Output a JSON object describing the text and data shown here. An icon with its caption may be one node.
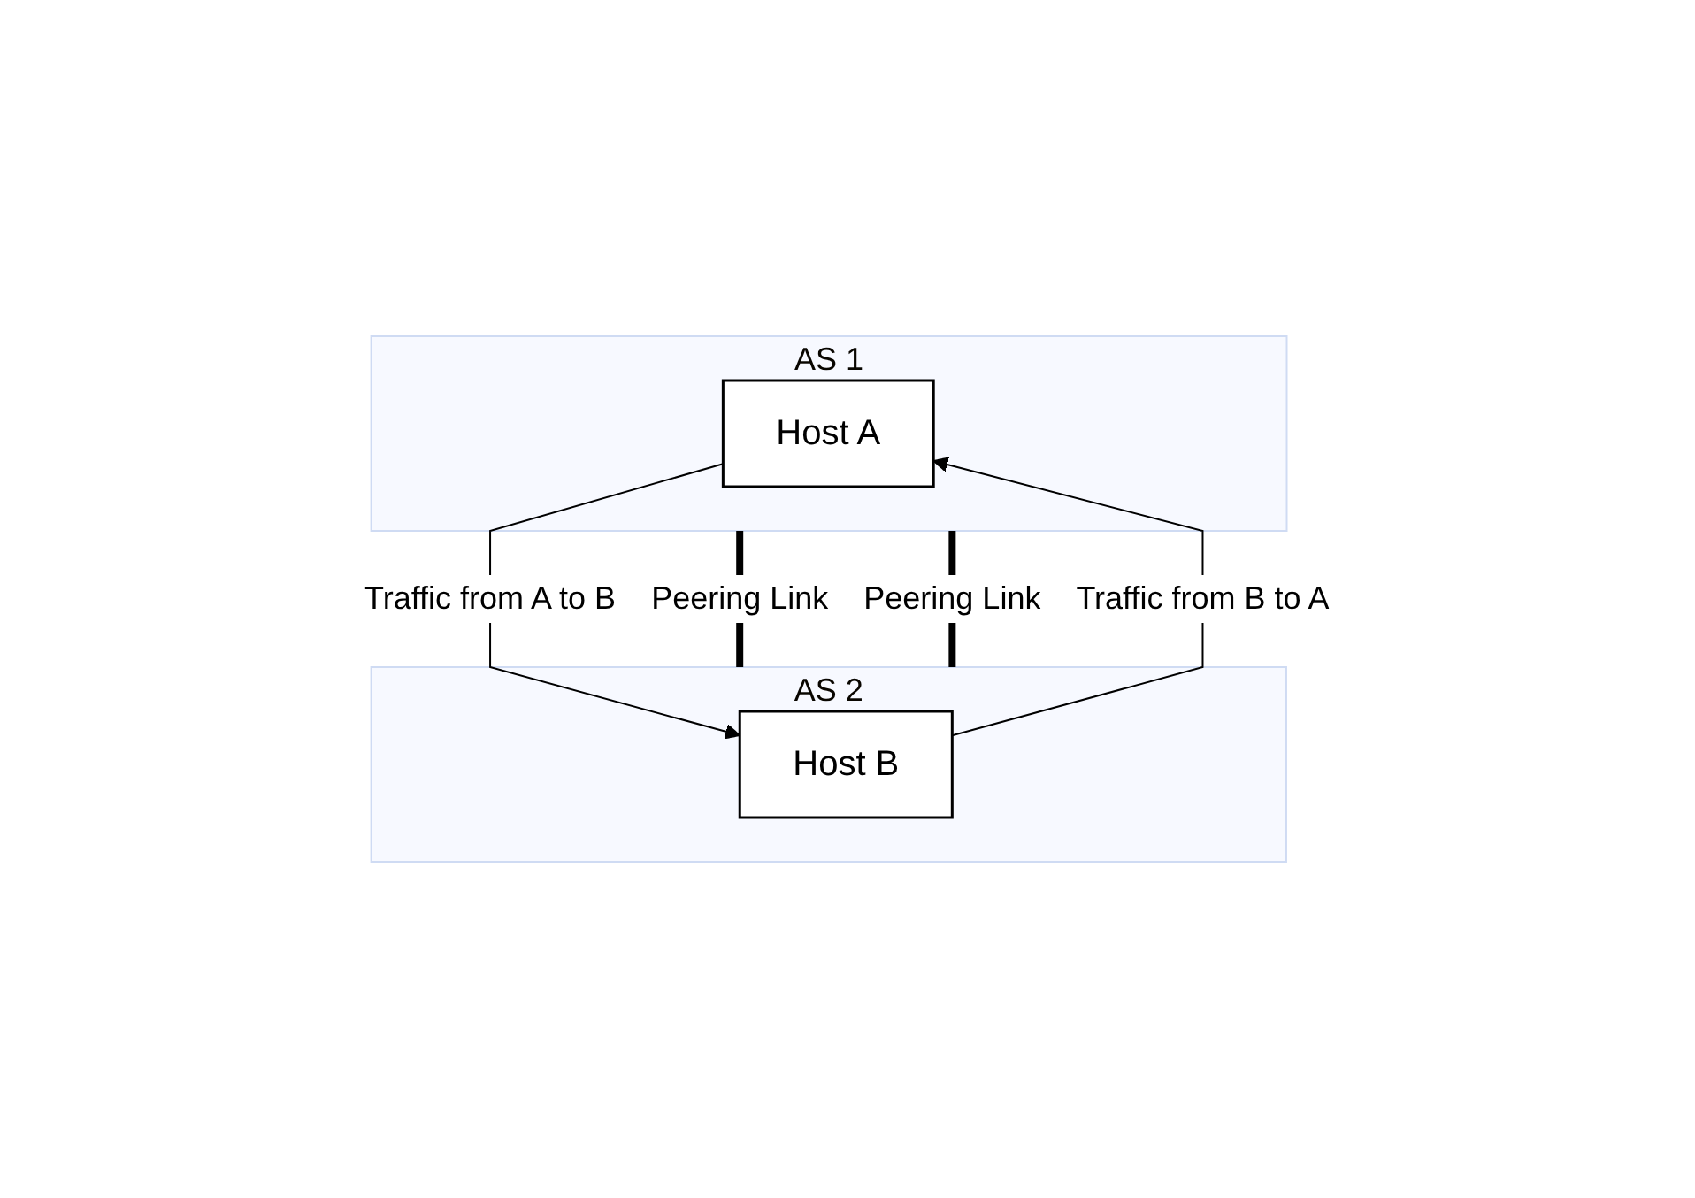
{
  "diagram": {
    "nodes": [
      {
        "text": [
          "AS 1"
        ]
      },
      {
        "text": [
          "Host A"
        ],
        "in": 0
      },
      {
        "text": [
          "AS 2"
        ]
      },
      {
        "text": [
          "Host B"
        ],
        "in": 2
      }
    ],
    "edges": [
      {
        "from": 1,
        "to": 3,
        "arrow": "to",
        "label": "Traffic from A to B"
      },
      {
        "from": 3,
        "to": 1,
        "arrow": "to",
        "label": "Traffic from B to A"
      },
      {
        "from": 0,
        "to": 2,
        "arrow": "none",
        "label": "Peering Link",
        "style": "thick"
      },
      {
        "from": 0,
        "to": 2,
        "arrow": "none",
        "label": "Peering Link",
        "style": "thick"
      }
    ]
  }
}
